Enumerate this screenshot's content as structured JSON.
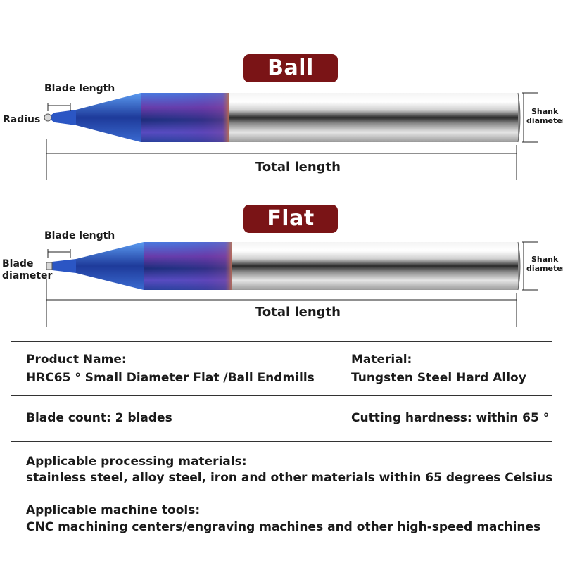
{
  "tools": [
    {
      "badge": "Ball",
      "blade_length_label": "Blade length",
      "tip_label": "Radius",
      "shank_label_line1": "Shank",
      "shank_label_line2": "diameter",
      "total_length_label": "Total length"
    },
    {
      "badge": "Flat",
      "blade_length_label": "Blade length",
      "tip_label_line1": "Blade",
      "tip_label_line2": "diameter",
      "shank_label_line1": "Shank",
      "shank_label_line2": "diameter",
      "total_length_label": "Total length"
    }
  ],
  "specs": {
    "product_name_label": "Product Name:",
    "product_name_value": "HRC65 ° Small Diameter Flat /Ball Endmills",
    "material_label": "Material:",
    "material_value": "Tungsten Steel Hard Alloy",
    "blade_count": "Blade count: 2 blades",
    "cutting_hardness": "Cutting hardness: within 65 °",
    "applicable_materials_label": "Applicable processing materials:",
    "applicable_materials_value": "stainless steel, alloy steel, iron and other materials within 65 degrees Celsius",
    "machine_tools_label": "Applicable machine tools:",
    "machine_tools_value": "CNC machining centers/engraving machines and other high-speed machines"
  },
  "colors": {
    "badge": "#7a1416",
    "coating_blue": "#2a4fb0",
    "coating_purple": "#6a3aa8",
    "coating_orange": "#c8703a",
    "shank_silver": "#d9d9d9"
  }
}
